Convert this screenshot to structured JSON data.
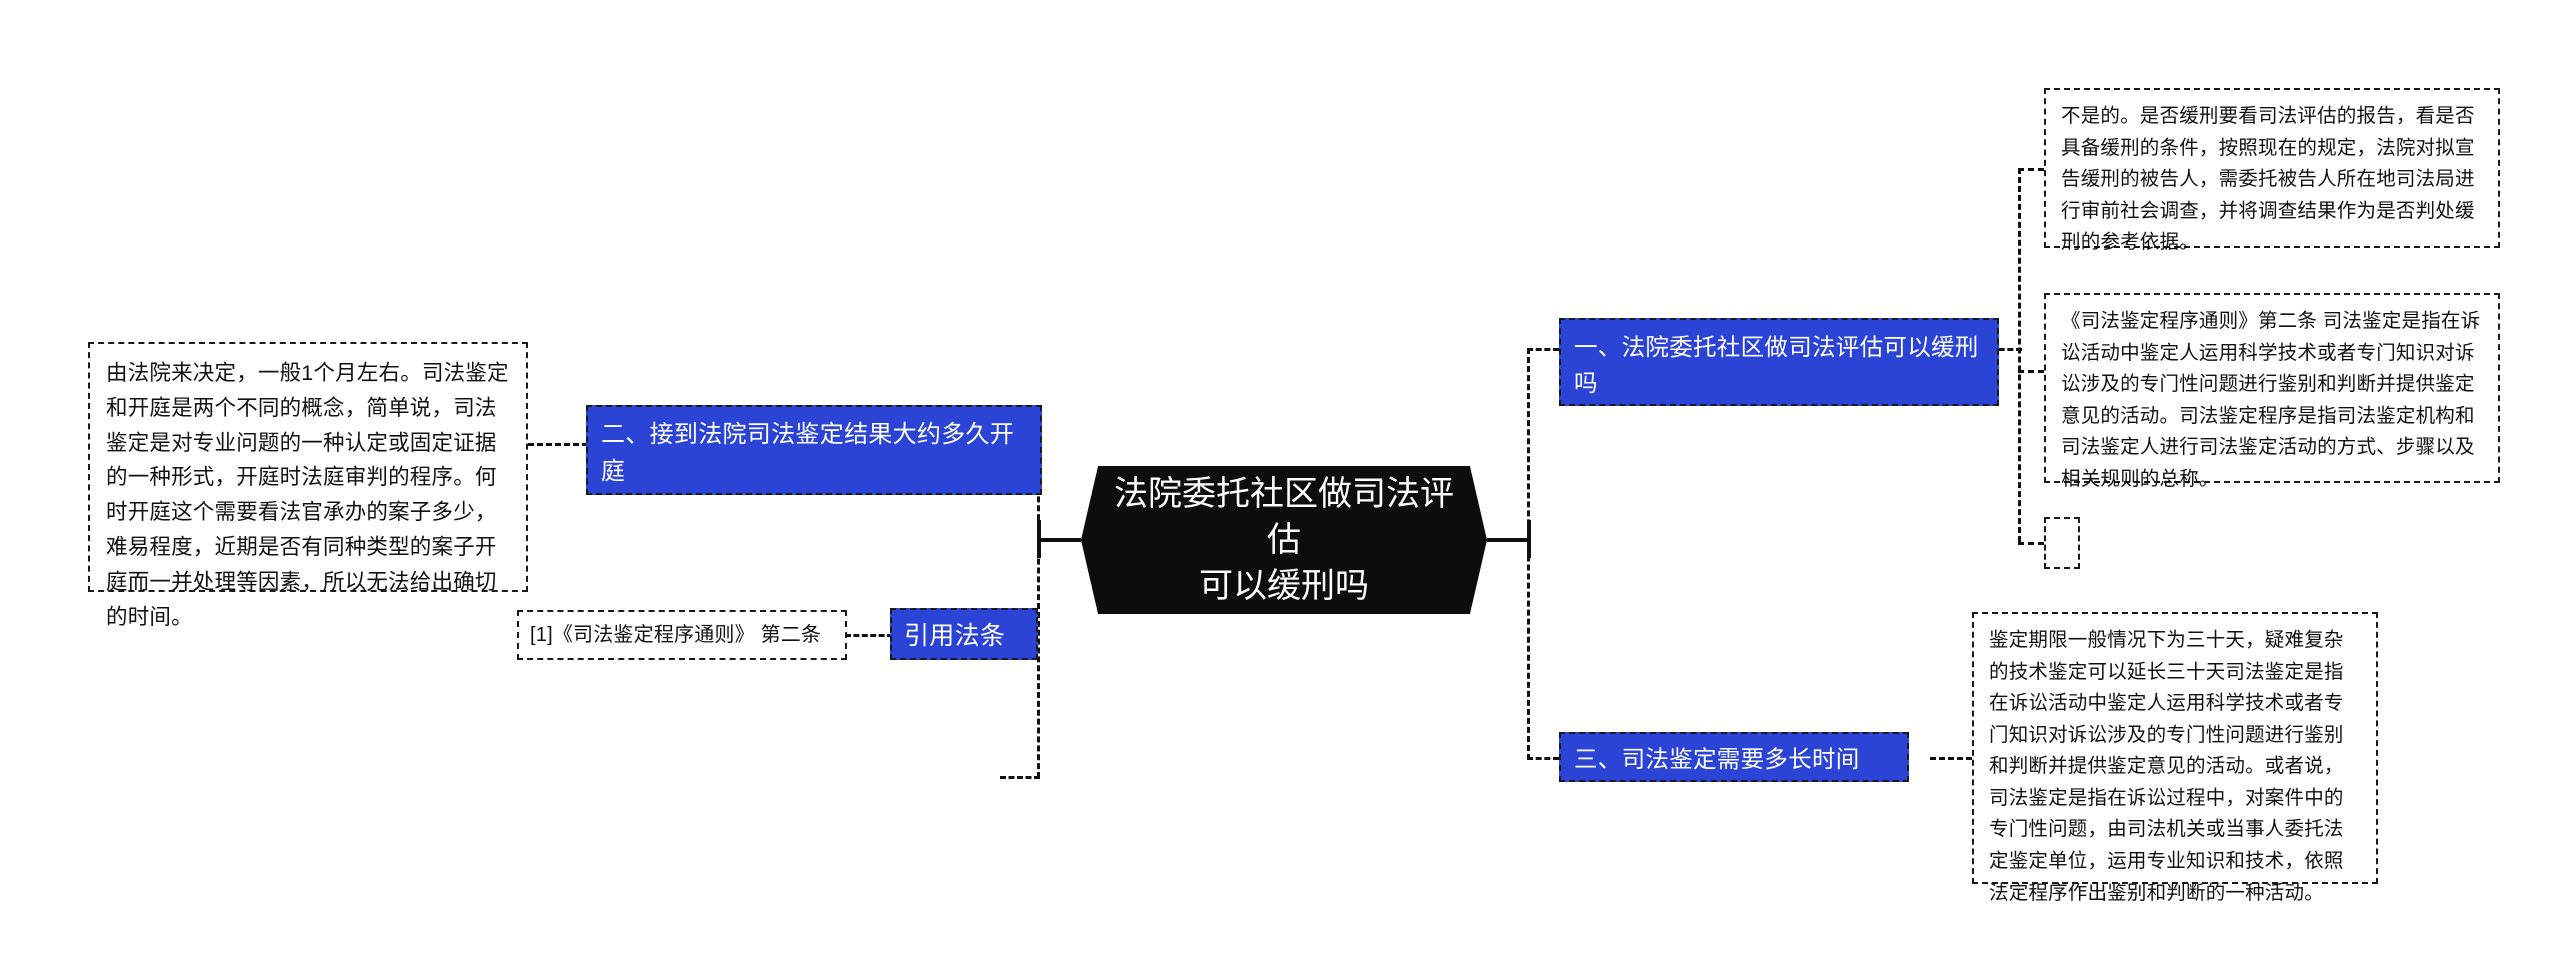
{
  "diagram": {
    "type": "mind-map",
    "accent_color": "#2B44D6",
    "center_color": "#0D0D0D",
    "line_color": "#111111",
    "background": "#FFFFFF"
  },
  "center": {
    "label": "法院委托社区做司法评估\n可以缓刑吗"
  },
  "left_branch": {
    "topic_2": {
      "label": "二、接到法院司法鉴定结果大约多久开庭",
      "detail": "由法院来决定，一般1个月左右。司法鉴定和开庭是两个不同的概念，简单说，司法鉴定是对专业问题的一种认定或固定证据的一种形式，开庭时法庭审判的程序。何时开庭这个需要看法官承办的案子多少，难易程度，近期是否有同种类型的案子开庭而一并处理等因素，所以无法给出确切的时间。"
    },
    "citation": {
      "label": "引用法条",
      "reference": "[1]《司法鉴定程序通则》 第二条"
    }
  },
  "right_branch": {
    "topic_1": {
      "label": "一、法院委托社区做司法评估可以缓刑吗",
      "detail_1": "不是的。是否缓刑要看司法评估的报告，看是否具备缓刑的条件，按照现在的规定，法院对拟宣告缓刑的被告人，需委托被告人所在地司法局进行审前社会调查，并将调查结果作为是否判处缓刑的参考依据。",
      "detail_2": "《司法鉴定程序通则》第二条 司法鉴定是指在诉讼活动中鉴定人运用科学技术或者专门知识对诉讼涉及的专门性问题进行鉴别和判断并提供鉴定意见的活动。司法鉴定程序是指司法鉴定机构和司法鉴定人进行司法鉴定活动的方式、步骤以及相关规则的总称。",
      "detail_3": ""
    },
    "topic_3": {
      "label": "三、司法鉴定需要多长时间",
      "detail": "鉴定期限一般情况下为三十天，疑难复杂的技术鉴定可以延长三十天司法鉴定是指在诉讼活动中鉴定人运用科学技术或者专门知识对诉讼涉及的专门性问题进行鉴别和判断并提供鉴定意见的活动。或者说，司法鉴定是指在诉讼过程中，对案件中的专门性问题，由司法机关或当事人委托法定鉴定单位，运用专业知识和技术，依照法定程序作出鉴别和判断的一种活动。"
    }
  }
}
